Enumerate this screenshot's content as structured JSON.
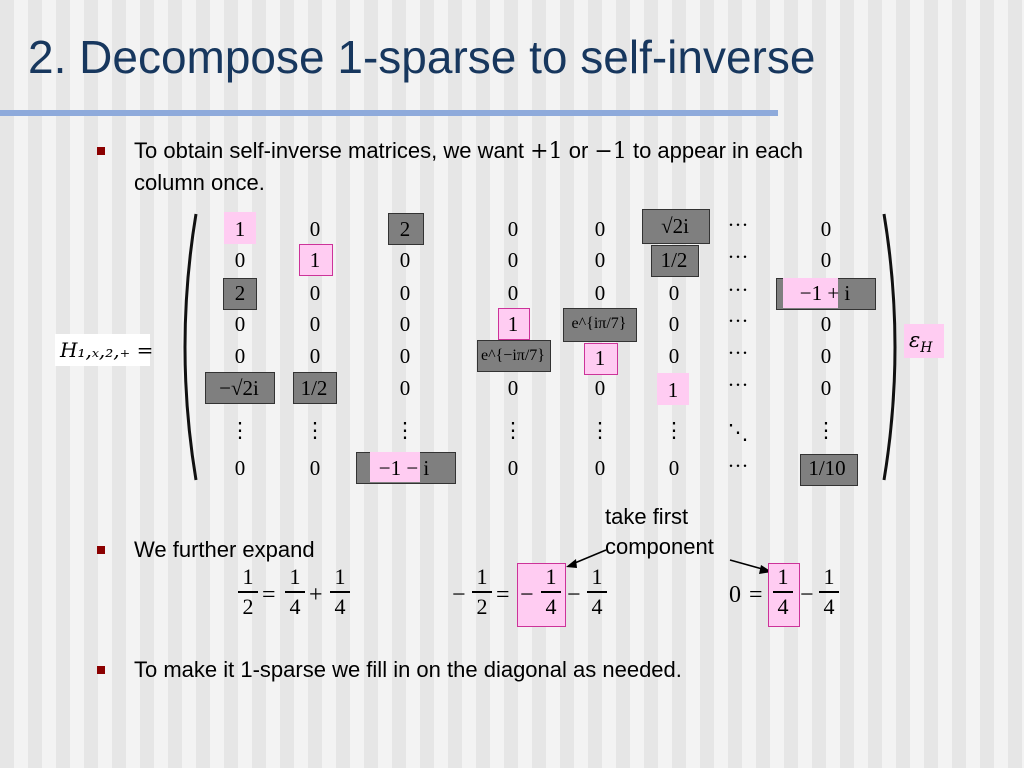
{
  "title": "2. Decompose 1-sparse to self-inverse",
  "bullets": {
    "b1_a": "To obtain self-inverse matrices, we want ",
    "b1_plus": "+1",
    "b1_or": " or ",
    "b1_minus": "−1",
    "b1_b": " to appear in each",
    "b1_c": "column once.",
    "b2": "We further expand",
    "b3": "To make it 1-sparse we fill in on the diagonal as needed."
  },
  "matrix": {
    "lhs": "H₁,ₓ,₂,₊ =",
    "suffix": "ε",
    "suffix_sub": "H",
    "rows": [
      [
        "1",
        "0",
        "2",
        "0",
        "0",
        "√2i",
        "···",
        "0"
      ],
      [
        "0",
        "1",
        "0",
        "0",
        "0",
        "1/2",
        "···",
        "0"
      ],
      [
        "2",
        "0",
        "0",
        "0",
        "0",
        "0",
        "···",
        "−1 + i"
      ],
      [
        "0",
        "0",
        "0",
        "1",
        "e^{iπ/7}",
        "0",
        "···",
        "0"
      ],
      [
        "0",
        "0",
        "0",
        "e^{−iπ/7}",
        "1",
        "0",
        "···",
        "0"
      ],
      [
        "−√2i",
        "1/2",
        "0",
        "0",
        "0",
        "1",
        "···",
        "0"
      ],
      [
        "⋮",
        "⋮",
        "⋮",
        "⋮",
        "⋮",
        "⋮",
        "⋱",
        "⋮"
      ],
      [
        "0",
        "0",
        "−1 − i",
        "0",
        "0",
        "0",
        "···",
        "1/10"
      ]
    ]
  },
  "callout": {
    "line1": "take first",
    "line2": "component"
  },
  "equations": {
    "eq1": {
      "l_num": "1",
      "l_den": "2",
      "eq": "=",
      "a_num": "1",
      "a_den": "4",
      "op": "+",
      "b_num": "1",
      "b_den": "4"
    },
    "eq2": {
      "neg": "−",
      "l_num": "1",
      "l_den": "2",
      "eq": "=",
      "neg2": "−",
      "a_num": "1",
      "a_den": "4",
      "op": "−",
      "b_num": "1",
      "b_den": "4"
    },
    "eq3": {
      "zero": "0",
      "eq": "=",
      "a_num": "1",
      "a_den": "4",
      "op": "−",
      "b_num": "1",
      "b_den": "4"
    }
  },
  "colors": {
    "title": "#17375e",
    "rule": "#8eaadb",
    "bullet": "#8b0000",
    "pink": "#ffccf2",
    "dark": "#7f7f7f"
  }
}
